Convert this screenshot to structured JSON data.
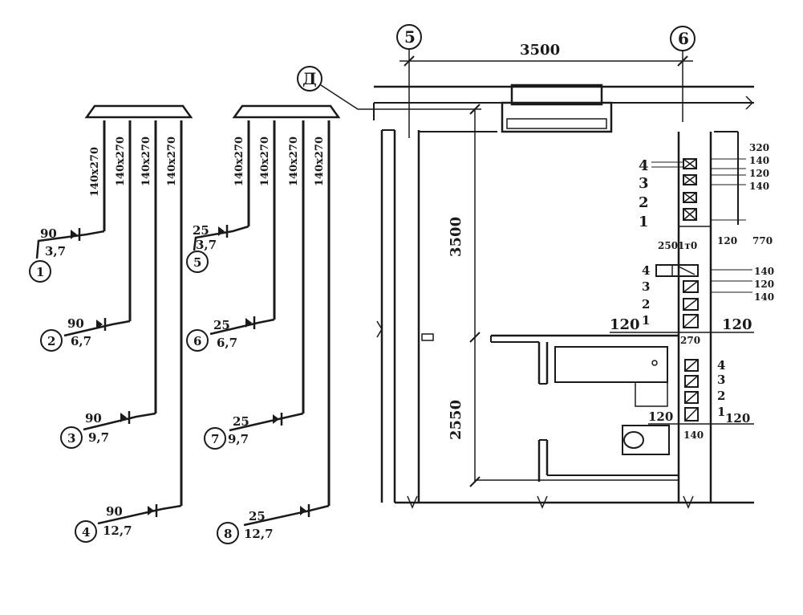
{
  "schemes": {
    "left": {
      "duct_labels": [
        "140x270",
        "140x270",
        "140x270",
        "140x270"
      ],
      "branches": [
        {
          "num": "1",
          "top": "90",
          "bottom": "3,7"
        },
        {
          "num": "2",
          "top": "90",
          "bottom": "6,7"
        },
        {
          "num": "3",
          "top": "90",
          "bottom": "9,7"
        },
        {
          "num": "4",
          "top": "90",
          "bottom": "12,7"
        }
      ]
    },
    "right": {
      "duct_labels": [
        "140x270",
        "140x270",
        "140x270",
        "140x270"
      ],
      "branches": [
        {
          "num": "5",
          "top": "25",
          "bottom": "3,7"
        },
        {
          "num": "6",
          "top": "25",
          "bottom": "6,7"
        },
        {
          "num": "7",
          "top": "25",
          "bottom": "9,7"
        },
        {
          "num": "8",
          "top": "25",
          "bottom": "12,7"
        }
      ]
    }
  },
  "plan": {
    "axis_5": "5",
    "axis_6": "6",
    "axis_d": "Д",
    "dim_top": "3500",
    "dim_vertical_1": "3500",
    "dim_vertical_2": "2550",
    "kitchen_channels": [
      "4",
      "3",
      "2",
      "1"
    ],
    "kitchen_right_dims": [
      "320",
      "140",
      "120",
      "140"
    ],
    "kitchen_bottom_label": "2501т0",
    "dim_120_a": "120",
    "dim_770": "770",
    "middle_channels": [
      "4",
      "3",
      "2",
      "1"
    ],
    "middle_right_dims": [
      "140",
      "120",
      "140"
    ],
    "dim_120_left": "120",
    "dim_270": "270",
    "dim_120_right": "120",
    "bath_channels": [
      "4",
      "3",
      "2",
      "1"
    ],
    "dim_120_bath_left": "120",
    "dim_140_bath": "140",
    "dim_120_bath_right": "120"
  }
}
